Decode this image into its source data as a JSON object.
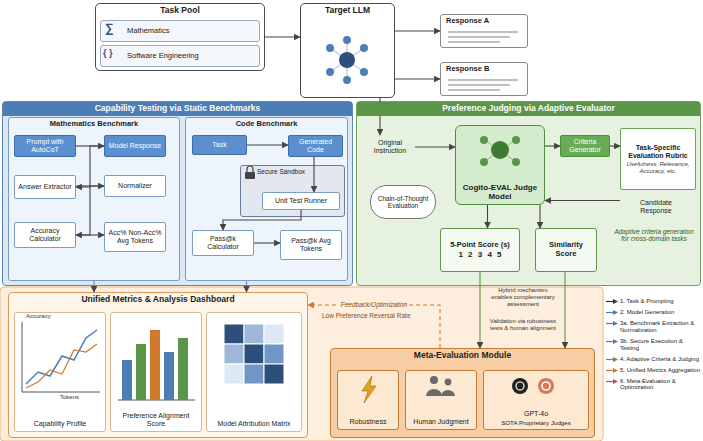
{
  "diagram": {
    "nodes": [
      {
        "text": [
          "Task Pool"
        ]
      },
      {
        "text": [
          "Mathematics"
        ],
        "in": 0
      },
      {
        "text": [
          "Software Engineering"
        ],
        "in": 0
      },
      {
        "text": [
          "Target LLM"
        ]
      },
      {
        "text": [
          "Response A"
        ]
      },
      {
        "text": [
          "Response B"
        ]
      },
      {
        "text": [
          "Capability Testing via Static Benchmarks"
        ]
      },
      {
        "text": [
          "Mathematics Benchmark"
        ],
        "in": 6
      },
      {
        "text": [
          "Prompt with AutoCoT"
        ],
        "in": 7
      },
      {
        "text": [
          "Model Response"
        ],
        "in": 7
      },
      {
        "text": [
          "Answer Extractor"
        ],
        "in": 7
      },
      {
        "text": [
          "Normalizer"
        ],
        "in": 7
      },
      {
        "text": [
          "Accuracy Calculator"
        ],
        "in": 7
      },
      {
        "text": [
          "Acc% Non-Acc% Avg Tokens"
        ],
        "in": 7
      },
      {
        "text": [
          "Code Benchmark"
        ],
        "in": 6
      },
      {
        "text": [
          "Task"
        ],
        "in": 14
      },
      {
        "text": [
          "Generated Code"
        ],
        "in": 14
      },
      {
        "text": [
          "Secure Sandbox"
        ],
        "in": 14
      },
      {
        "text": [
          "Unit Test Runner"
        ],
        "in": 17
      },
      {
        "text": [
          "Pass@k Calculator"
        ],
        "in": 14
      },
      {
        "text": [
          "Pass@k Avg Tokens"
        ],
        "in": 14
      },
      {
        "text": [
          "Preference Judging via Adaptive Evaluator"
        ]
      },
      {
        "text": [
          "Original Instruction"
        ],
        "in": 21
      },
      {
        "text": [
          "Cogito-EVAL Judge Model"
        ],
        "in": 21
      },
      {
        "text": [
          "Criteria Generator"
        ],
        "in": 21
      },
      {
        "text": [
          "Task-Specific Evaluation Rubric",
          "Usefulness, Relevance, Accuracy, etc."
        ],
        "in": 21
      },
      {
        "text": [
          "Candidate Response"
        ],
        "in": 21
      },
      {
        "text": [
          "Chain-of-Thought Evaluation"
        ],
        "in": 21
      },
      {
        "text": [
          "5-Point Score (s)",
          "1 2 3 4 5"
        ],
        "in": 21
      },
      {
        "text": [
          "Similarity Score"
        ],
        "in": 21
      },
      {
        "text": [
          "Unified Metrics & Analysis Dashboard"
        ]
      },
      {
        "text": [
          "Capability Profile"
        ],
        "in": 30
      },
      {
        "text": [
          "Preference Alignment Score"
        ],
        "in": 30
      },
      {
        "text": [
          "Model Attribution Matrix"
        ],
        "in": 30
      },
      {
        "text": [
          "Meta-Evaluation Module"
        ]
      },
      {
        "text": [
          "Robustness"
        ],
        "in": 34
      },
      {
        "text": [
          "Human Judgment"
        ],
        "in": 34
      },
      {
        "text": [
          "GPT-4o",
          "SOTA Proprietary Judges"
        ],
        "in": 34
      }
    ],
    "edges": [
      {
        "from": 0,
        "to": 3,
        "arrow": "to"
      },
      {
        "from": 3,
        "to": 4,
        "arrow": "to"
      },
      {
        "from": 3,
        "to": 5,
        "arrow": "to"
      },
      {
        "from": 3,
        "to": 22,
        "arrow": "to"
      },
      {
        "from": 8,
        "to": 9,
        "arrow": "to"
      },
      {
        "from": 9,
        "to": 10,
        "arrow": "to"
      },
      {
        "from": 10,
        "to": 11,
        "arrow": "to"
      },
      {
        "from": 11,
        "to": 12,
        "arrow": "to"
      },
      {
        "from": 12,
        "to": 13,
        "arrow": "to"
      },
      {
        "from": 15,
        "to": 16,
        "arrow": "to"
      },
      {
        "from": 16,
        "to": 18,
        "arrow": "to"
      },
      {
        "from": 18,
        "to": 19,
        "arrow": "to"
      },
      {
        "from": 19,
        "to": 20,
        "arrow": "to"
      },
      {
        "from": 22,
        "to": 23,
        "arrow": "to"
      },
      {
        "from": 23,
        "to": 24,
        "arrow": "to"
      },
      {
        "from": 24,
        "to": 25,
        "arrow": "to"
      },
      {
        "from": 26,
        "to": 23,
        "arrow": "to"
      },
      {
        "from": 23,
        "to": 28,
        "arrow": "to"
      },
      {
        "from": 23,
        "to": 29,
        "arrow": "to"
      },
      {
        "from": 7,
        "to": 30,
        "arrow": "to"
      },
      {
        "from": 14,
        "to": 30,
        "arrow": "to"
      },
      {
        "from": 28,
        "to": 34,
        "arrow": "to"
      },
      {
        "from": 29,
        "to": 34,
        "arrow": "to"
      },
      {
        "from": 34,
        "to": 30,
        "label": "Feedback/Optimization",
        "arrow": "to"
      }
    ],
    "labels": [
      "∑",
      "{ }",
      "Adaptive criteria generation for cross-domain tasks",
      "Low Preference Reversal Rate",
      "Hybrid mechanism enables complementary assessment",
      "Validation via robustness tests & human alignment",
      "Tokens",
      "Accuracy"
    ],
    "legend": [
      {
        "text": "1. Task & Prompting"
      },
      {
        "text": "2. Model Generation"
      },
      {
        "text": "3a. Benchmark Extraction & Normalization"
      },
      {
        "text": "3b. Secure Execution & Testing"
      },
      {
        "text": "4. Adaptive Criteria & Judging"
      },
      {
        "text": "5. Unified Metrics Aggregation"
      },
      {
        "text": "6. Meta-Evaluation & Optimization"
      }
    ]
  }
}
